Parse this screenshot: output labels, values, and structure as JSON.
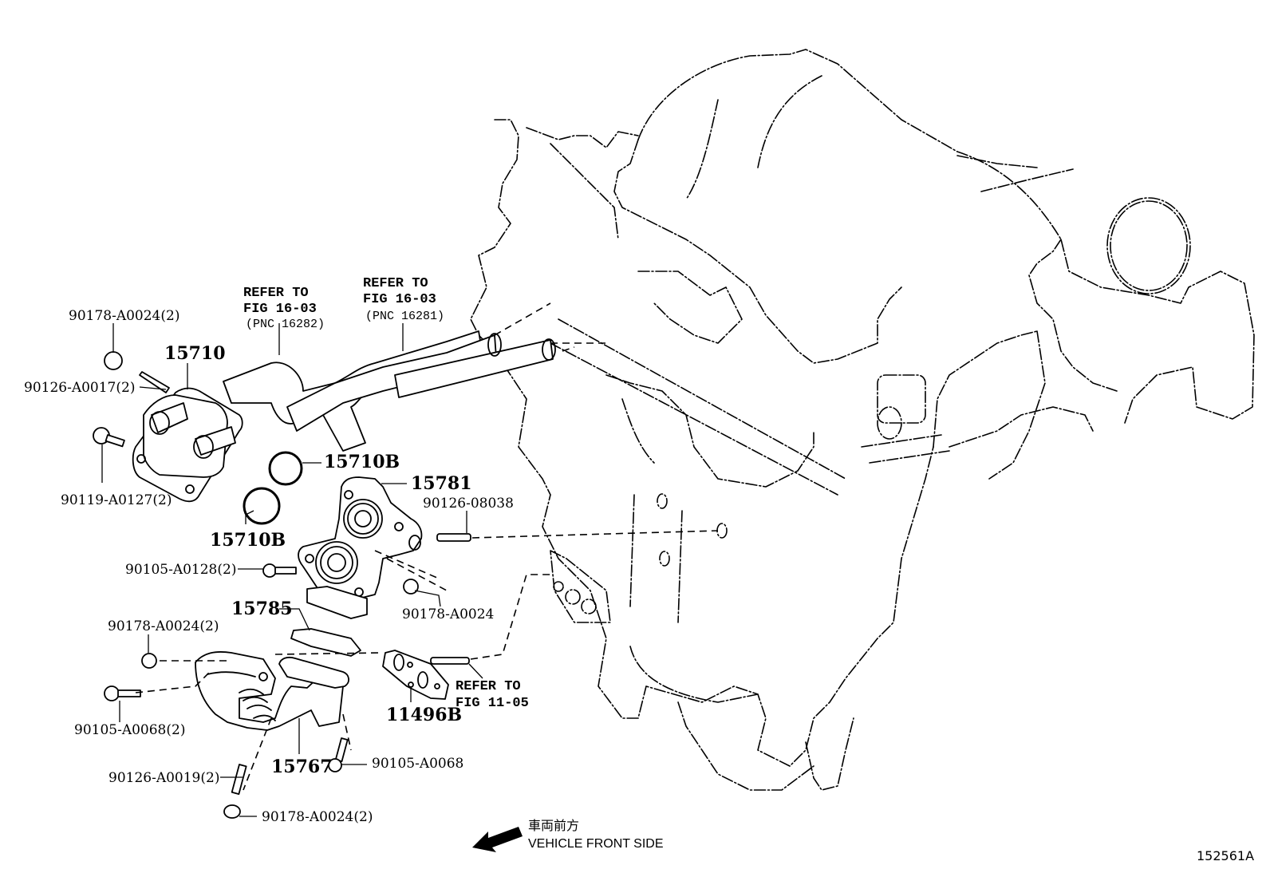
{
  "diagram": {
    "figure_id": "152561A",
    "direction_indicator": {
      "label_jp": "車両前方",
      "label_en": "VEHICLE FRONT SIDE",
      "icon": "arrow-left-down-icon"
    },
    "references": [
      {
        "line1": "REFER TO",
        "line2": "FIG 16-03",
        "line3": "(PNC 16282)"
      },
      {
        "line1": "REFER TO",
        "line2": "FIG 16-03",
        "line3": "(PNC 16281)"
      },
      {
        "line1": "REFER TO",
        "line2": "FIG 11-05"
      }
    ],
    "parts": {
      "oil_cooler": "15710",
      "o_ring_upper": "15710B",
      "o_ring_lower": "15710B",
      "cooler_bracket": "15781",
      "gasket": "15785",
      "oil_pipe": "15767",
      "gasket_plate": "11496B",
      "nut_top": "90178-A0024(2)",
      "stud_top": "90126-A0017(2)",
      "bolt_cooler": "90119-A0127(2)",
      "stud_bracket": "90126-08038",
      "bolt_bracket": "90105-A0128(2)",
      "nut_bracket": "90178-A0024",
      "nut_pipe": "90178-A0024(2)",
      "bolt_pipe": "90105-A0068(2)",
      "stud_pipe": "90126-A0019(2)",
      "bolt_pipe_single": "90105-A0068",
      "nut_bottom": "90178-A0024(2)"
    }
  }
}
